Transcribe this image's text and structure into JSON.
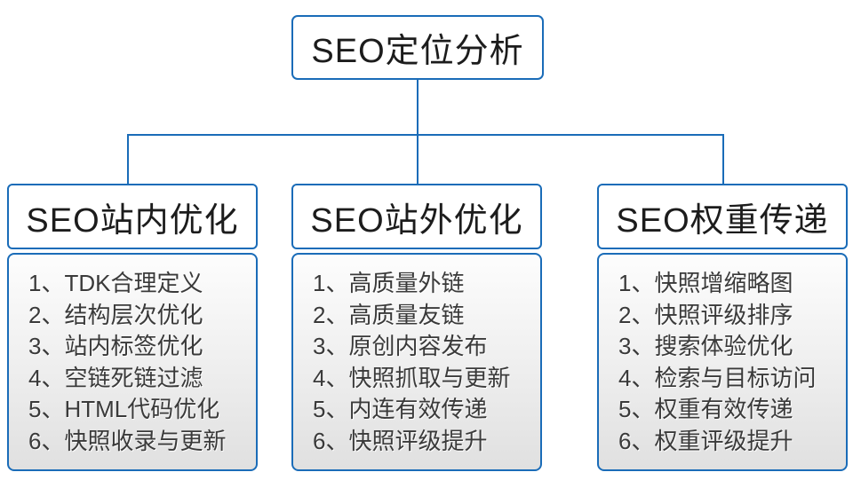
{
  "colors": {
    "line_blue": "#1a6cb8",
    "header_text": "#1c1c1c",
    "item_text": "#3a3a3a",
    "list_gradient_top": "#fdfdfd",
    "list_gradient_bottom": "#e0e0e0"
  },
  "root": {
    "title": "SEO定位分析"
  },
  "columns": [
    {
      "title": "SEO站内优化",
      "items": [
        "1、TDK合理定义",
        "2、结构层次优化",
        "3、站内标签优化",
        "4、空链死链过滤",
        "5、HTML代码优化",
        "6、快照收录与更新"
      ]
    },
    {
      "title": "SEO站外优化",
      "items": [
        "1、高质量外链",
        "2、高质量友链",
        "3、原创内容发布",
        "4、快照抓取与更新",
        "5、内连有效传递",
        "6、快照评级提升"
      ]
    },
    {
      "title": "SEO权重传递",
      "items": [
        "1、快照增缩略图",
        "2、快照评级排序",
        "3、搜索体验优化",
        "4、检索与目标访问",
        "5、权重有效传递",
        "6、权重评级提升"
      ]
    }
  ]
}
